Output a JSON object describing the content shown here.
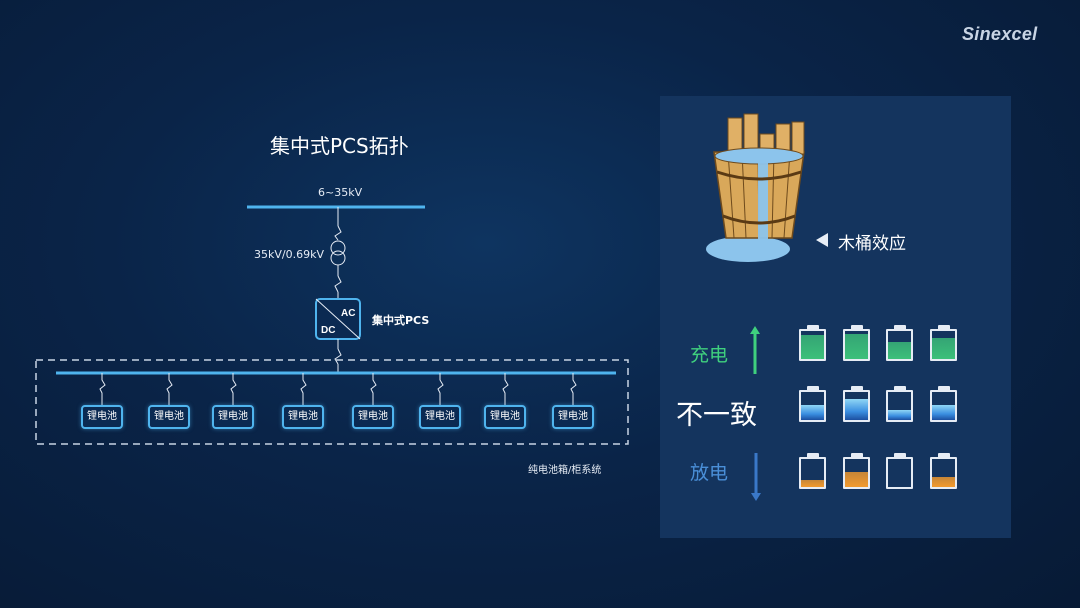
{
  "brand": {
    "logo_text": "Sinexcel"
  },
  "topology": {
    "title": "集中式PCS拓扑",
    "grid_label": "6~35kV",
    "transformer_label": "35kV/0.69kV",
    "pcs_ac": "AC",
    "pcs_dc": "DC",
    "pcs_label": "集中式PCS",
    "batteries": [
      "锂电池",
      "锂电池",
      "锂电池",
      "锂电池",
      "锂电池",
      "锂电池",
      "锂电池",
      "锂电池"
    ],
    "system_label": "纯电池箱/柜系统"
  },
  "barrel_effect": {
    "label": "木桶效应",
    "rows": [
      {
        "label": "充电",
        "arrow": "up",
        "color": "#3fd07e",
        "fill_color": "#3cc07a",
        "levels": [
          0.85,
          0.9,
          0.6,
          0.75
        ]
      },
      {
        "label": "不一致",
        "color": "#ffffff",
        "fill_color": "#3a8ee0",
        "levels": [
          0.55,
          0.75,
          0.35,
          0.55
        ]
      },
      {
        "label": "放电",
        "arrow": "down",
        "color": "#4a8fd8",
        "fill_color": "#f29a2e",
        "levels": [
          0.25,
          0.55,
          0.0,
          0.35
        ]
      }
    ]
  }
}
